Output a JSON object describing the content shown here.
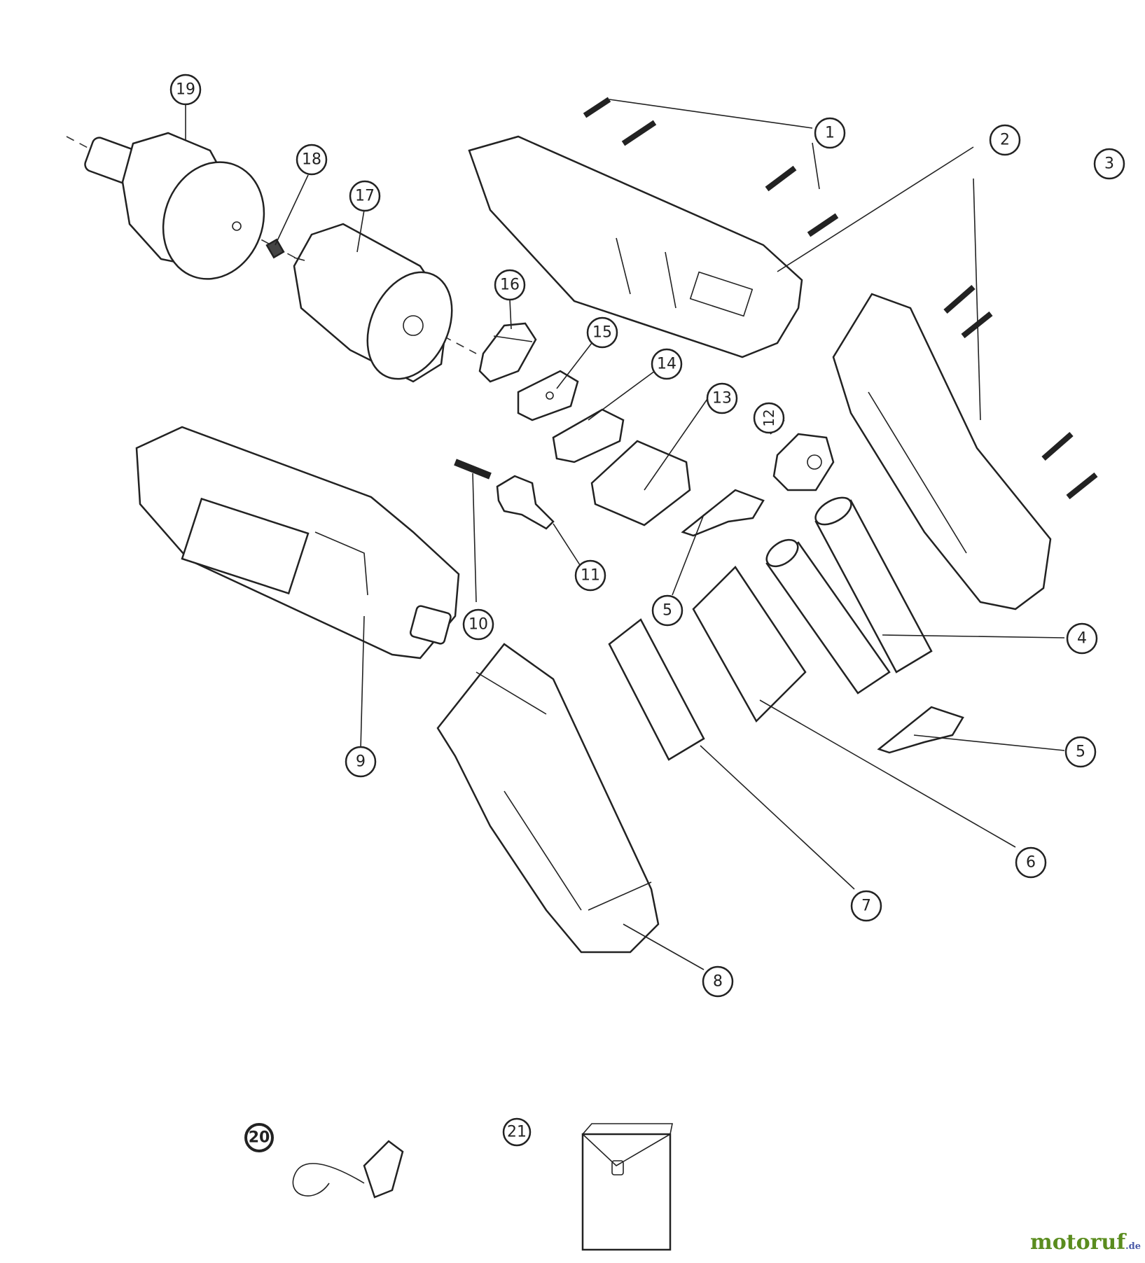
{
  "diagram": {
    "callouts": [
      {
        "number": "1"
      },
      {
        "number": "2"
      },
      {
        "number": "3"
      },
      {
        "number": "4"
      },
      {
        "number": "5"
      },
      {
        "number": "5"
      },
      {
        "number": "6"
      },
      {
        "number": "7"
      },
      {
        "number": "8"
      },
      {
        "number": "9"
      },
      {
        "number": "10"
      },
      {
        "number": "11"
      },
      {
        "number": "12"
      },
      {
        "number": "13"
      },
      {
        "number": "14"
      },
      {
        "number": "15"
      },
      {
        "number": "16"
      },
      {
        "number": "17"
      },
      {
        "number": "18"
      },
      {
        "number": "19"
      },
      {
        "number": "20"
      },
      {
        "number": "21"
      }
    ]
  },
  "watermark": {
    "main": "motoruf",
    "tld": ".de",
    "color_main": "#5a8c1e",
    "color_tld": "#4a5aa8"
  }
}
